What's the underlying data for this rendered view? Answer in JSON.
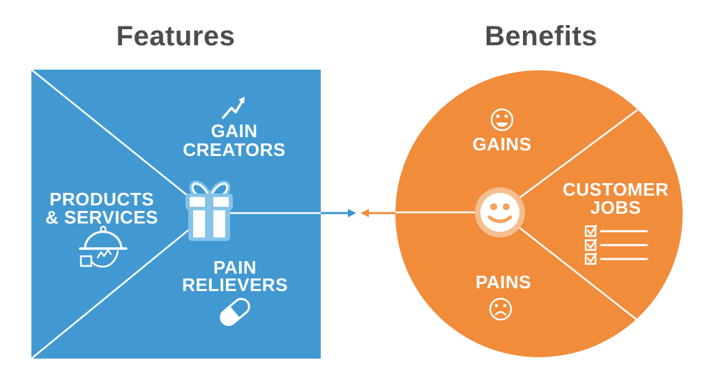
{
  "titles": {
    "features": "Features",
    "benefits": "Benefits"
  },
  "features_panel": {
    "shape": "blue square",
    "center_icon": "gift-icon",
    "sections": {
      "gain_creators": {
        "line1": "GAIN",
        "line2": "CREATORS",
        "icon": "growth-arrow-icon"
      },
      "products_services": {
        "line1": "PRODUCTS",
        "line2": "& SERVICES",
        "icon": "serving-dish-icon"
      },
      "pain_relievers": {
        "line1": "PAIN",
        "line2": "RELIEVERS",
        "icon": "pill-icon"
      }
    }
  },
  "benefits_panel": {
    "shape": "orange circle",
    "center_icon": "smiley-face-icon",
    "sections": {
      "gains": {
        "label": "GAINS",
        "icon": "happy-face-icon"
      },
      "customer_jobs": {
        "line1": "CUSTOMER",
        "line2": "JOBS",
        "icon": "checklist-icon"
      },
      "pains": {
        "label": "PAINS",
        "icon": "sad-face-icon"
      }
    }
  },
  "connector": {
    "left_arrow": "blue-arrow-right",
    "right_arrow": "orange-arrow-left"
  },
  "colors": {
    "blue": "#4299D2",
    "light_blue": "#85C3E9",
    "arrow_blue": "#3E94D1",
    "orange": "#F18C3B",
    "light_orange": "#F3A261",
    "halo_orange": "#F5BE8F",
    "title_gray": "#4D4D4D",
    "white": "#FFFFFF"
  }
}
